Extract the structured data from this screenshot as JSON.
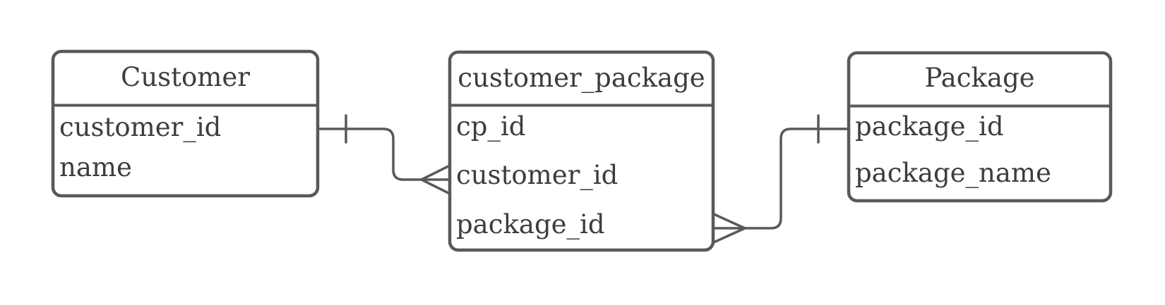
{
  "diagram": {
    "kind": "entity-relationship-diagram",
    "colors": {
      "stroke": "#595959",
      "text": "#3d3d3d",
      "entity_fill": "#ffffff",
      "background": "#ffffff"
    },
    "entities": [
      {
        "title": "Customer",
        "fields": [
          "customer_id",
          "name"
        ]
      },
      {
        "title": "customer_package",
        "fields": [
          "cp_id",
          "customer_id",
          "package_id"
        ]
      },
      {
        "title": "Package",
        "fields": [
          "package_id",
          "package_name"
        ]
      }
    ],
    "relationships": [
      {
        "from": "Customer",
        "from_field": "customer_id",
        "to": "customer_package",
        "to_field": "customer_id",
        "from_cardinality": "one",
        "to_cardinality": "many"
      },
      {
        "from": "customer_package",
        "from_field": "package_id",
        "to": "Package",
        "to_field": "package_id",
        "from_cardinality": "many",
        "to_cardinality": "one"
      }
    ]
  }
}
